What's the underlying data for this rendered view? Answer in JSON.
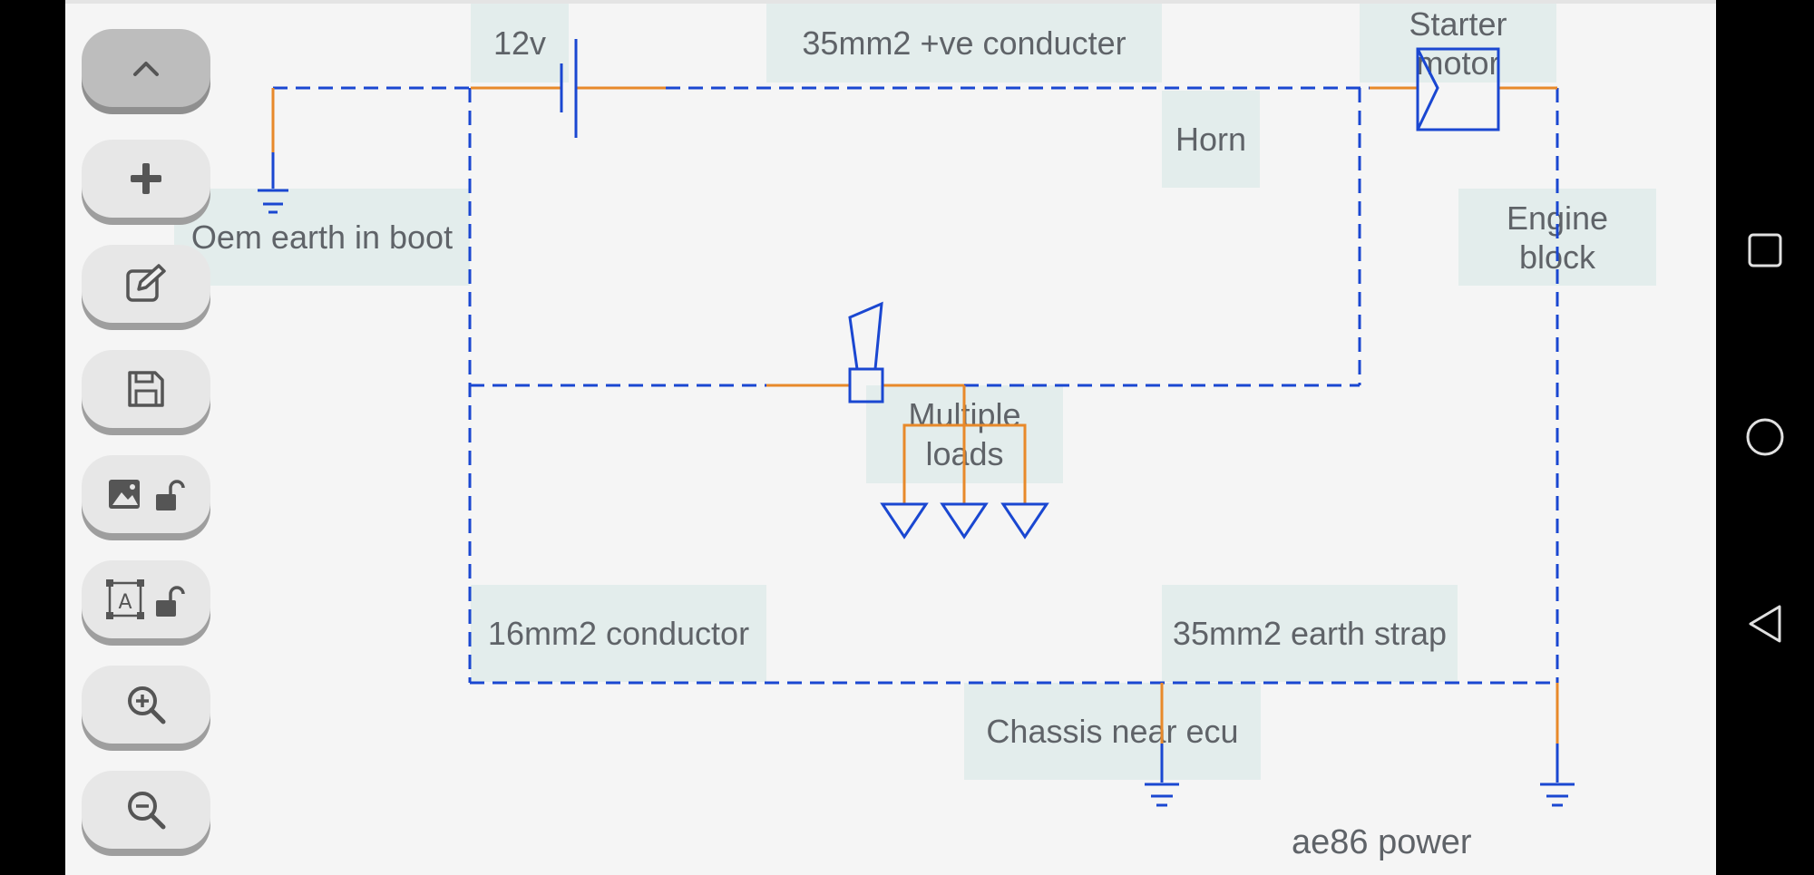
{
  "diagram": {
    "title": "ae86 power",
    "labels": {
      "battery": "12v",
      "positive_conductor": "35mm2 +ve conducter",
      "starter_line1": "Starter",
      "starter_line2": "motor",
      "horn": "Horn",
      "engine_line1": "Engine",
      "engine_line2": "block",
      "oem_earth": "Oem earth in boot",
      "loads_line1": "Multiple",
      "loads_line2": "loads",
      "conductor_16": "16mm2 conductor",
      "earth_strap": "35mm2 earth strap",
      "chassis": "Chassis near ecu"
    },
    "colors": {
      "wire_dashed": "#1a47d1",
      "wire_solid": "#e8892a",
      "component": "#1a47d1",
      "label_bg": "#e3edec",
      "label_text": "#5f6368",
      "canvas_bg": "#f5f5f5"
    }
  },
  "toolbar": {
    "buttons": [
      {
        "name": "collapse-button",
        "icon": "chevron-up-icon"
      },
      {
        "name": "add-button",
        "icon": "plus-icon"
      },
      {
        "name": "edit-button",
        "icon": "edit-icon"
      },
      {
        "name": "save-button",
        "icon": "floppy-disk-icon"
      },
      {
        "name": "image-lock-button",
        "icon": "image-unlock-icon"
      },
      {
        "name": "text-lock-button",
        "icon": "text-box-unlock-icon"
      },
      {
        "name": "zoom-in-button",
        "icon": "zoom-in-icon"
      },
      {
        "name": "zoom-out-button",
        "icon": "zoom-out-icon"
      }
    ]
  },
  "system_nav": {
    "buttons": [
      {
        "name": "recents-button",
        "icon": "square-icon"
      },
      {
        "name": "home-button",
        "icon": "circle-icon"
      },
      {
        "name": "back-button",
        "icon": "triangle-back-icon"
      }
    ]
  }
}
